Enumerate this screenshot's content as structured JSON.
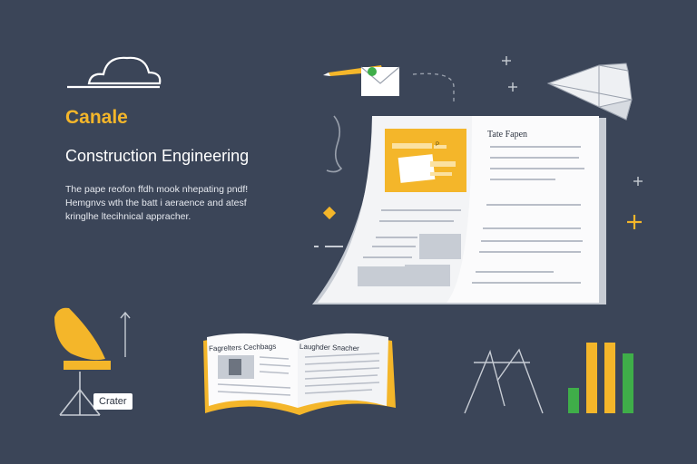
{
  "hero": {
    "brand": "Canale",
    "headline": "Construction Engineering",
    "description": "The pape reofon ffdh mook nhepating pndf! Hemgnvs wth the batt i aeraence and atesf kringlhe ltecihnical appracher."
  },
  "paper": {
    "title": "Tate Fapen",
    "note_tag": "P"
  },
  "book": {
    "left_title": "Fagrelters Cechbags",
    "right_title": "Laughder Snacher"
  },
  "badge": {
    "label": "Crater"
  },
  "colors": {
    "background": "#3b4558",
    "accent_yellow": "#f4b62a",
    "accent_green": "#3fae49",
    "paper": "#f3f4f6",
    "line_gray": "#b9bec8"
  },
  "icons": {
    "cloud": "cloud-icon",
    "envelope": "envelope-icon",
    "pencil": "pencil-icon",
    "origami_bird": "paper-bird-icon",
    "diamond": "diamond-icon",
    "plus": "plus-icon",
    "satellite_dish": "satellite-dish-icon",
    "arrow_up": "arrow-up-icon",
    "tripod": "tripod-icon",
    "bar_chart": "bar-chart-icon"
  }
}
